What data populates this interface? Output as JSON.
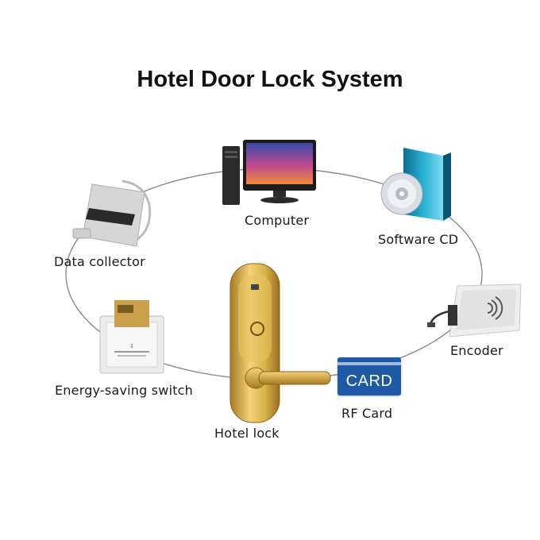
{
  "title": "Hotel Door Lock System",
  "nodes": {
    "computer": "Computer",
    "software_cd": "Software CD",
    "data_collector": "Data collector",
    "encoder": "Encoder",
    "energy_saving_switch": "Energy-saving switch",
    "rf_card": "RF Card",
    "hotel_lock": "Hotel lock"
  },
  "card_text": "CARD",
  "icons": [
    "computer-icon",
    "software-cd-icon",
    "data-collector-icon",
    "encoder-icon",
    "energy-saving-switch-icon",
    "rf-card-icon",
    "hotel-lock-icon"
  ],
  "colors": {
    "card_blue": "#1f5aa6",
    "lock_gold": "#d9b44a",
    "cd_teal": "#1a8fb5"
  }
}
